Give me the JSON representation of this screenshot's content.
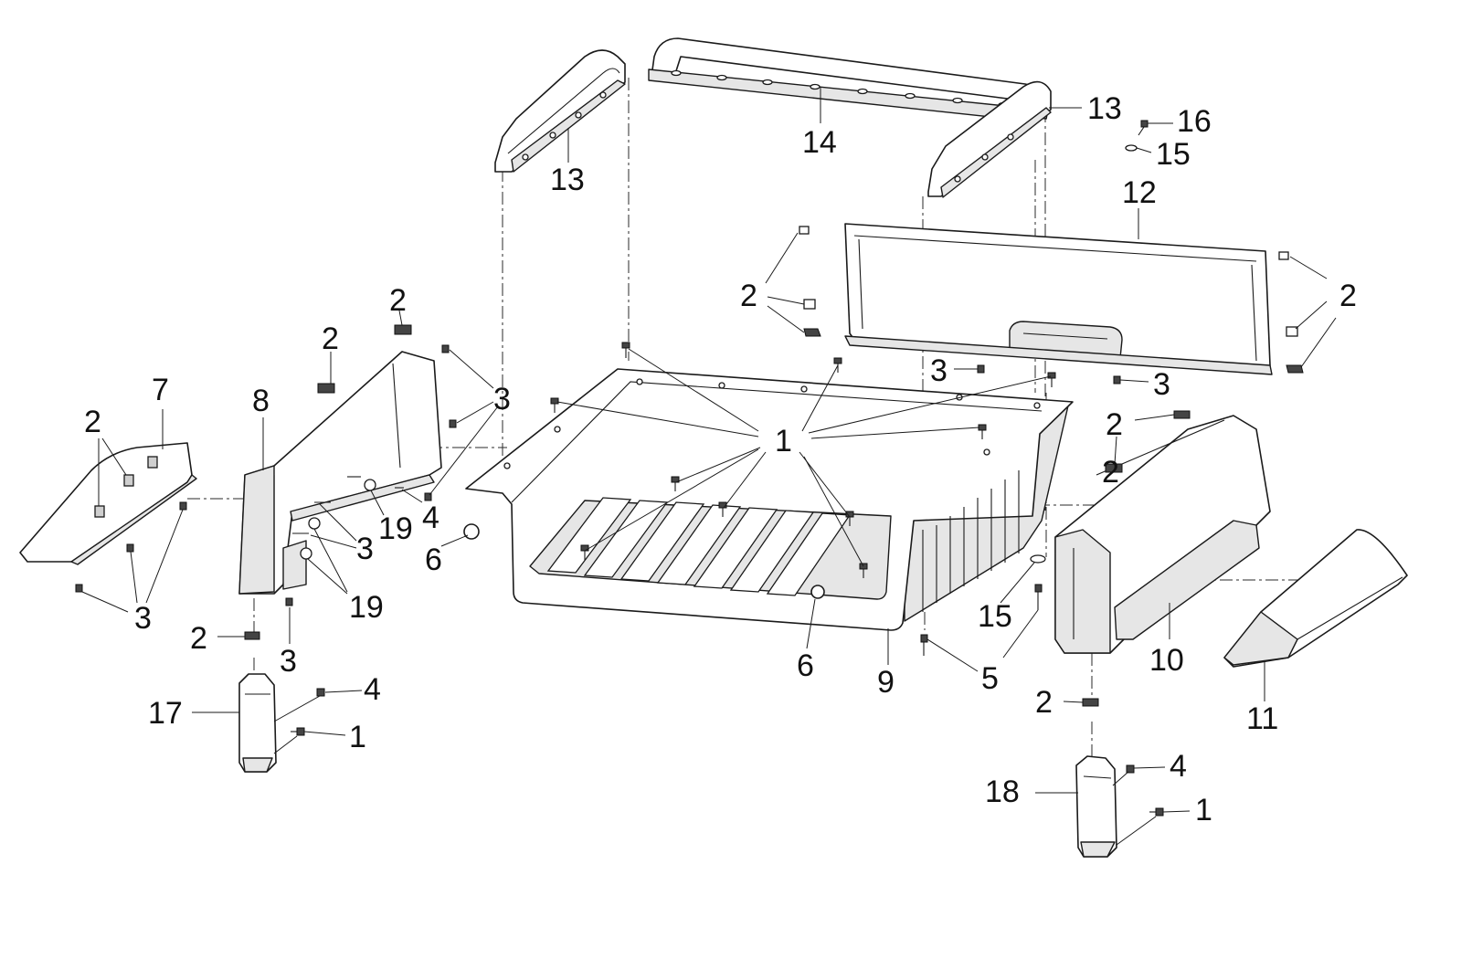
{
  "diagram": {
    "callouts": [
      {
        "id": "c-13a",
        "text": "13"
      },
      {
        "id": "c-14",
        "text": "14"
      },
      {
        "id": "c-13b",
        "text": "13"
      },
      {
        "id": "c-16",
        "text": "16"
      },
      {
        "id": "c-15a",
        "text": "15"
      },
      {
        "id": "c-12",
        "text": "12"
      },
      {
        "id": "c-2a",
        "text": "2"
      },
      {
        "id": "c-2b",
        "text": "2"
      },
      {
        "id": "c-2c",
        "text": "2"
      },
      {
        "id": "c-2d",
        "text": "2"
      },
      {
        "id": "c-2e",
        "text": "2"
      },
      {
        "id": "c-3a",
        "text": "3"
      },
      {
        "id": "c-3b",
        "text": "3"
      },
      {
        "id": "c-3c",
        "text": "3"
      },
      {
        "id": "c-7",
        "text": "7"
      },
      {
        "id": "c-8",
        "text": "8"
      },
      {
        "id": "c-2f",
        "text": "2"
      },
      {
        "id": "c-1a",
        "text": "1"
      },
      {
        "id": "c-19a",
        "text": "19"
      },
      {
        "id": "c-4a",
        "text": "4"
      },
      {
        "id": "c-3d",
        "text": "3"
      },
      {
        "id": "c-6a",
        "text": "6"
      },
      {
        "id": "c-3e",
        "text": "3"
      },
      {
        "id": "c-19b",
        "text": "19"
      },
      {
        "id": "c-2g",
        "text": "2"
      },
      {
        "id": "c-3f",
        "text": "3"
      },
      {
        "id": "c-4b",
        "text": "4"
      },
      {
        "id": "c-17",
        "text": "17"
      },
      {
        "id": "c-1b",
        "text": "1"
      },
      {
        "id": "c-6b",
        "text": "6"
      },
      {
        "id": "c-9",
        "text": "9"
      },
      {
        "id": "c-15b",
        "text": "15"
      },
      {
        "id": "c-5",
        "text": "5"
      },
      {
        "id": "c-2h",
        "text": "2"
      },
      {
        "id": "c-10",
        "text": "10"
      },
      {
        "id": "c-11",
        "text": "11"
      },
      {
        "id": "c-2i",
        "text": "2"
      },
      {
        "id": "c-4c",
        "text": "4"
      },
      {
        "id": "c-18",
        "text": "18"
      },
      {
        "id": "c-1c",
        "text": "1"
      }
    ]
  }
}
